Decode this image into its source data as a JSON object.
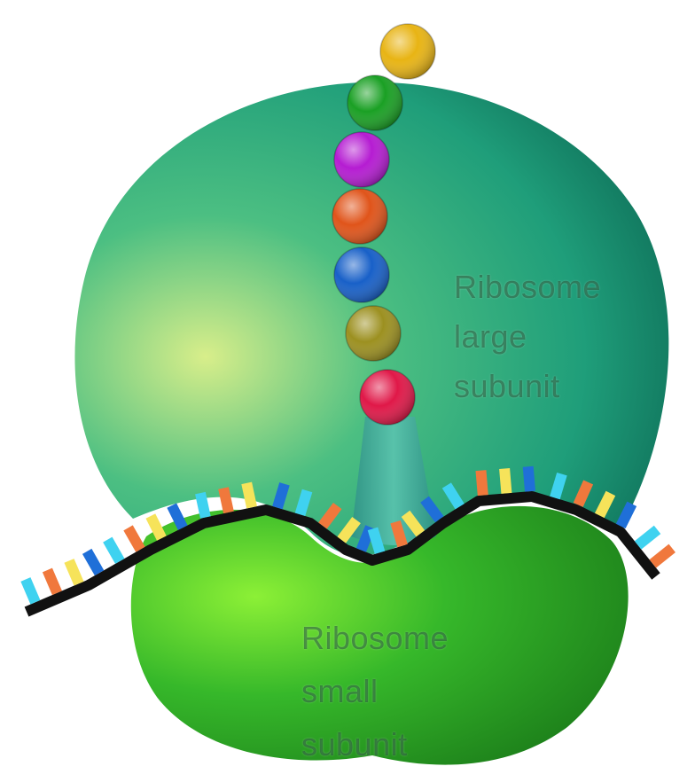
{
  "labels": {
    "large_subunit": [
      "Ribosome",
      "large",
      "subunit"
    ],
    "small_subunit": [
      "Ribosome",
      "small",
      "subunit"
    ]
  },
  "colors": {
    "large_subunit": "#22a47a",
    "small_subunit": "#2fb028",
    "mrna_backbone": "#111111",
    "trna": "#3aaa9a",
    "base_colors": [
      "#3fd2f0",
      "#f0783c",
      "#f6e35a",
      "#1f6fd8"
    ],
    "amino_acid_chain": [
      "#e8b414",
      "#1aa024",
      "#b51cd2",
      "#e0541a",
      "#1860c8",
      "#9c9020",
      "#e01848"
    ]
  },
  "icons": {
    "large_subunit": "ribosome-large-subunit-shape",
    "small_subunit": "ribosome-small-subunit-shape",
    "mrna": "mrna-strand",
    "trna": "trna-shape",
    "chain": "polypeptide-chain"
  }
}
